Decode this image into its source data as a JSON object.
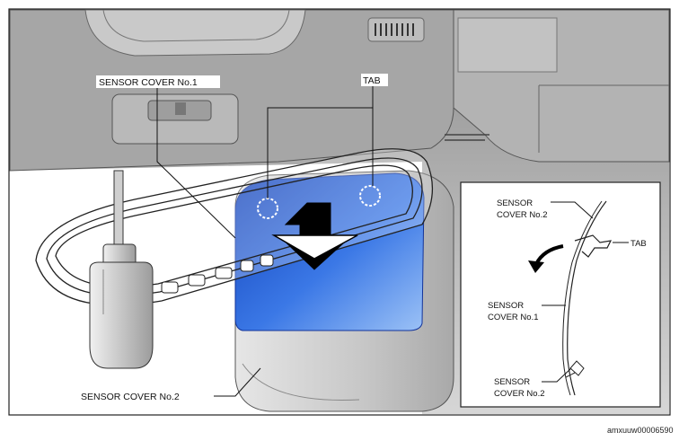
{
  "labels": {
    "sensor_cover_1": "SENSOR COVER No.1",
    "tab": "TAB",
    "sensor_cover_2": "SENSOR COVER No.2"
  },
  "inset": {
    "sensor_cover_2_top_line1": "SENSOR",
    "sensor_cover_2_top_line2": "COVER No.2",
    "tab": "TAB",
    "sensor_cover_1_line1": "SENSOR",
    "sensor_cover_1_line2": "COVER No.1",
    "sensor_cover_2_bottom_line1": "SENSOR",
    "sensor_cover_2_bottom_line2": "COVER No.2"
  },
  "caption": "amxuuw00006590",
  "colors": {
    "highlight_blue": "#2a62d8",
    "housing_gray": "#cfcfcf",
    "background_gray": "#9a9a9a"
  }
}
